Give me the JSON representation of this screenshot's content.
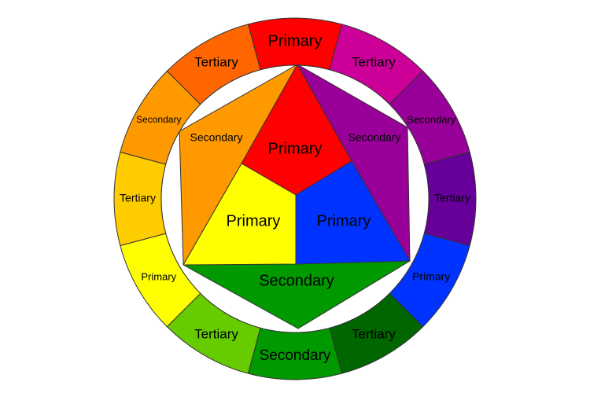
{
  "title": "Color wheel",
  "ring": [
    {
      "label": "Primary",
      "color": "#ff0000",
      "size": 20
    },
    {
      "label": "Tertiary",
      "color": "#cc0099",
      "size": 17
    },
    {
      "label": "Secondary",
      "color": "#990099",
      "size": 13
    },
    {
      "label": "Tertiary",
      "color": "#660099",
      "size": 14
    },
    {
      "label": "Primary",
      "color": "#0033ff",
      "size": 14
    },
    {
      "label": "Tertiary",
      "color": "#006600",
      "size": 17
    },
    {
      "label": "Secondary",
      "color": "#009900",
      "size": 19
    },
    {
      "label": "Tertiary",
      "color": "#66cc00",
      "size": 17
    },
    {
      "label": "Primary",
      "color": "#ffff00",
      "size": 13
    },
    {
      "label": "Tertiary",
      "color": "#ffcc00",
      "size": 14
    },
    {
      "label": "Secondary",
      "color": "#ff9900",
      "size": 12
    },
    {
      "label": "Tertiary",
      "color": "#ff6600",
      "size": 17
    }
  ],
  "inner": [
    {
      "name": "orange",
      "label": "Secondary",
      "color": "#ff9900",
      "size": 14
    },
    {
      "name": "purple",
      "label": "Secondary",
      "color": "#990099",
      "size": 14
    },
    {
      "name": "green",
      "label": "Secondary",
      "color": "#009900",
      "size": 20
    },
    {
      "name": "red",
      "label": "Primary",
      "color": "#ff0000",
      "size": 20
    },
    {
      "name": "yellow",
      "label": "Primary",
      "color": "#ffff00",
      "size": 20
    },
    {
      "name": "blue",
      "label": "Primary",
      "color": "#0033ff",
      "size": 20
    }
  ]
}
